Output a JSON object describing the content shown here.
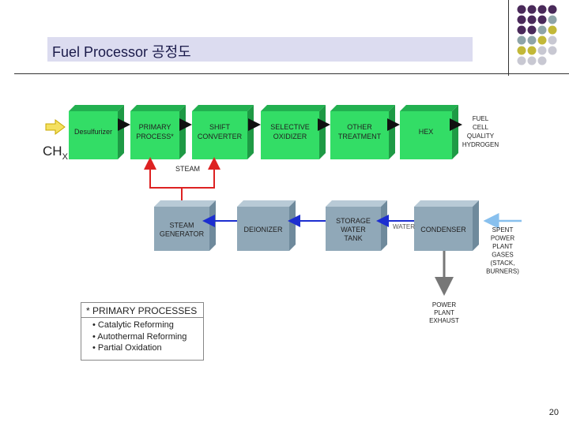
{
  "header": {
    "title": "Fuel Processor 공정도",
    "page_number": "20"
  },
  "colors": {
    "title_bg": "#dcdcf0",
    "green_box": "#33dd66",
    "gray_box": "#90a8b8",
    "red_arrow": "#dd2222",
    "blue_arrow": "#1c2ed0",
    "light_blue_arrow": "#88c0ee",
    "dot_purple": "#4a2a5a",
    "dot_teal": "#8ea4a8",
    "dot_olive": "#c2b838",
    "dot_lightgray": "#c8c8d2"
  },
  "feed": {
    "label": "CH",
    "subscript": "X"
  },
  "top_row": [
    {
      "lines": [
        "Desulfurizer"
      ]
    },
    {
      "lines": [
        "PRIMARY",
        "PROCESS*"
      ]
    },
    {
      "lines": [
        "SHIFT",
        "CONVERTER"
      ]
    },
    {
      "lines": [
        "SELECTIVE",
        "OXIDIZER"
      ]
    },
    {
      "lines": [
        "OTHER",
        "TREATMENT"
      ]
    },
    {
      "lines": [
        "HEX"
      ]
    }
  ],
  "output_label": [
    "FUEL",
    "CELL",
    "QUALITY",
    "HYDROGEN"
  ],
  "steam_label": "STEAM",
  "bottom_row": [
    {
      "lines": [
        "STEAM",
        "GENERATOR"
      ]
    },
    {
      "lines": [
        "DEIONIZER"
      ]
    },
    {
      "lines": [
        "STORAGE",
        "WATER",
        "TANK"
      ]
    },
    {
      "lines": [
        "CONDENSER"
      ]
    }
  ],
  "water_label": "WATER",
  "spent_label": [
    "SPENT",
    "POWER",
    "PLANT",
    "GASES",
    "(STACK,",
    "BURNERS)"
  ],
  "exhaust_label": [
    "POWER",
    "PLANT",
    "EXHAUST"
  ],
  "notes": {
    "heading": "* PRIMARY PROCESSES",
    "items": [
      "• Catalytic Reforming",
      "• Autothermal Reforming",
      "• Partial Oxidation"
    ]
  }
}
